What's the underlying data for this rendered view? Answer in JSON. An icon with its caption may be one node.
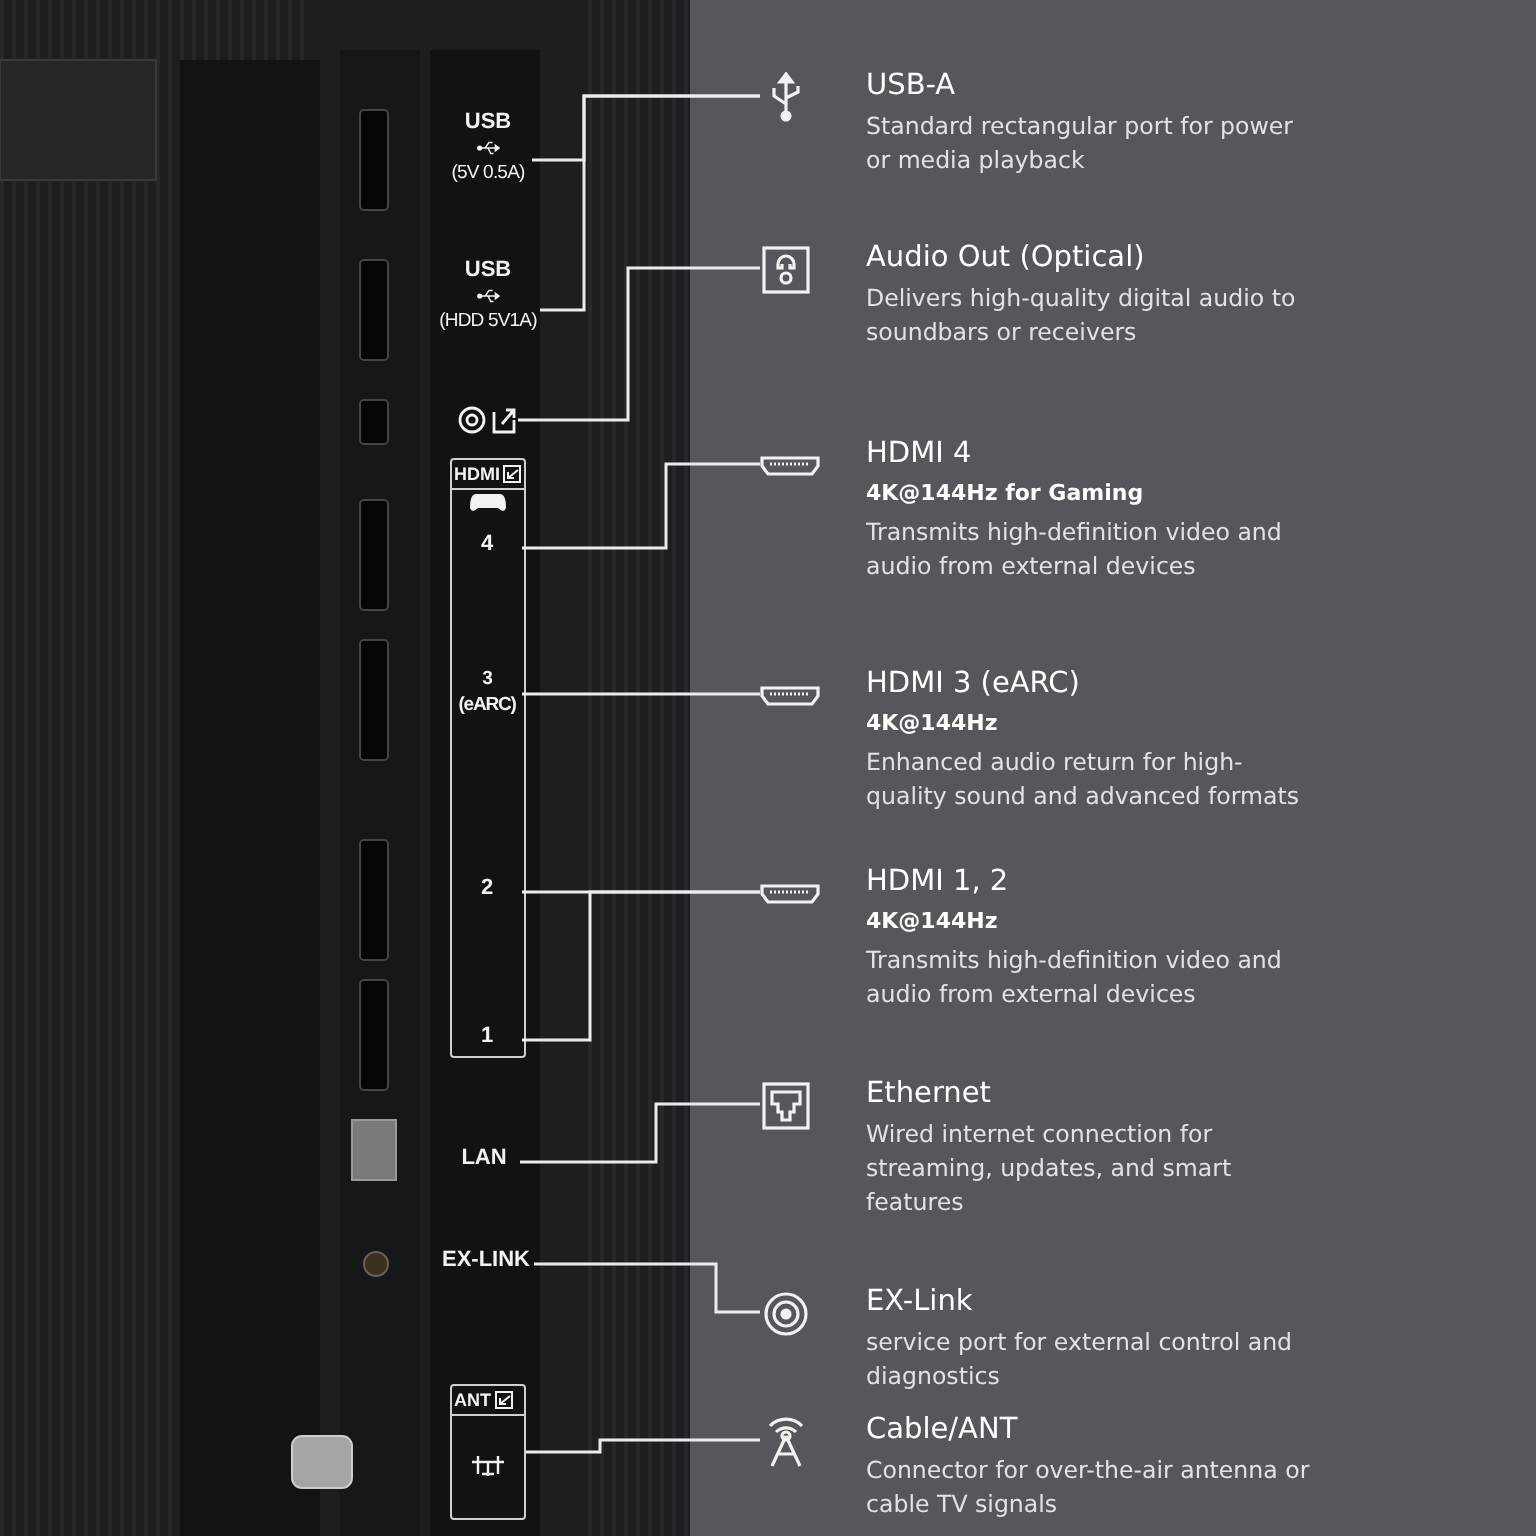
{
  "diagram": {
    "nodes": [
      {
        "text": [
          "USB",
          "(5V 0.5A)"
        ]
      },
      {
        "text": [
          "USB",
          "(HDD 5V1A)"
        ]
      },
      {
        "text": [],
        "shape": "picture"
      },
      {
        "text": [
          "HDMI"
        ]
      },
      {
        "text": [
          "4"
        ],
        "in": 3
      },
      {
        "text": [
          "3 (eARC)"
        ],
        "in": 3
      },
      {
        "text": [
          "2"
        ],
        "in": 3
      },
      {
        "text": [
          "1"
        ],
        "in": 3
      },
      {
        "text": [
          "LAN"
        ]
      },
      {
        "text": [
          "EX-LINK"
        ]
      },
      {
        "text": [
          "ANT"
        ]
      },
      {
        "text": [
          "USB-A",
          "Standard rectangular port for power or media playback"
        ]
      },
      {
        "text": [
          "Audio Out (Optical)",
          "Delivers high-quality digital audio to soundbars or receivers"
        ]
      },
      {
        "text": [
          "HDMI 4",
          "4K@144Hz for Gaming",
          "Transmits high-definition video and audio from external devices"
        ]
      },
      {
        "text": [
          "HDMI 3 (eARC)",
          "4K@144Hz",
          "Enhanced audio return for high-quality sound and advanced formats"
        ]
      },
      {
        "text": [
          "HDMI 1, 2",
          "4K@144Hz",
          "Transmits high-definition video and audio from external devices"
        ]
      },
      {
        "text": [
          "Ethernet",
          "Wired internet connection for streaming, updates, and smart features"
        ]
      },
      {
        "text": [
          "EX-Link",
          "service port for external control and diagnostics"
        ]
      },
      {
        "text": [
          "Cable/ANT",
          "Connector for over-the-air antenna or cable TV signals"
        ]
      }
    ],
    "edges": [
      {
        "from": 0,
        "to": 11,
        "arrow": "none"
      },
      {
        "from": 1,
        "to": 11,
        "arrow": "none"
      },
      {
        "from": 2,
        "to": 12,
        "arrow": "none"
      },
      {
        "from": 4,
        "to": 13,
        "arrow": "none"
      },
      {
        "from": 5,
        "to": 14,
        "arrow": "none"
      },
      {
        "from": 6,
        "to": 15,
        "arrow": "none"
      },
      {
        "from": 7,
        "to": 15,
        "arrow": "none"
      },
      {
        "from": 8,
        "to": 16,
        "arrow": "none"
      },
      {
        "from": 9,
        "to": 17,
        "arrow": "none"
      },
      {
        "from": 10,
        "to": 18,
        "arrow": "none"
      }
    ]
  }
}
